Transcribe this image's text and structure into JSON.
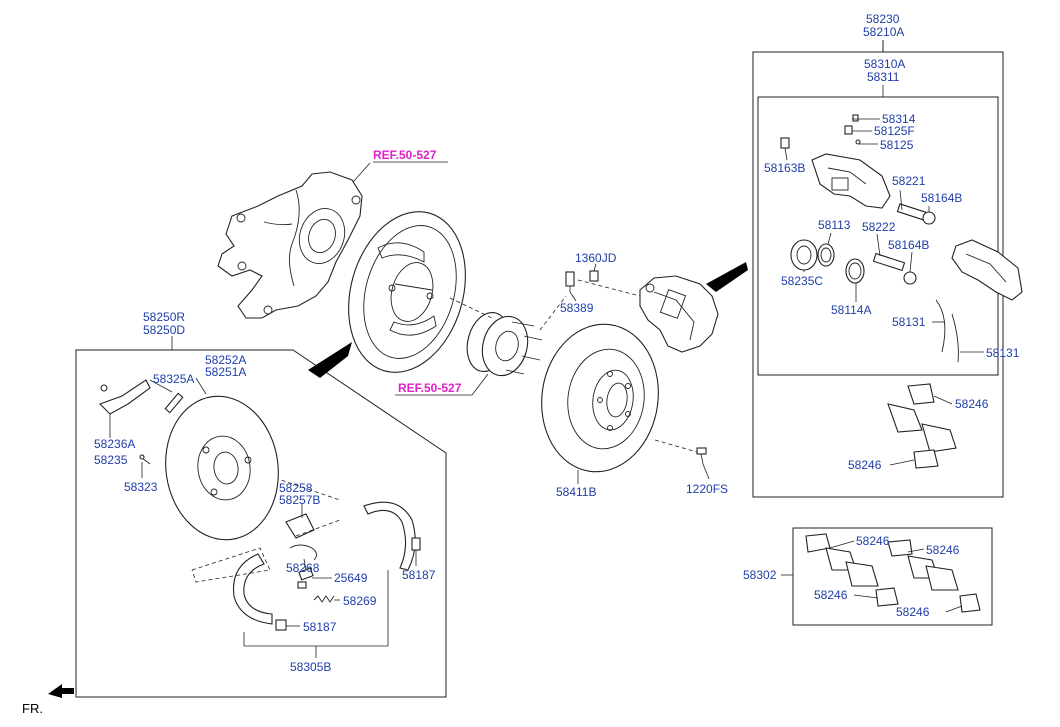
{
  "diagram": {
    "fr_label": "FR.",
    "references": {
      "top": "REF.50-527",
      "bottom": "REF.50-527"
    },
    "labels": {
      "c58230": "58230",
      "c58210A": "58210A",
      "c58310A": "58310A",
      "c58311": "58311",
      "c58314": "58314",
      "c58125F": "58125F",
      "c58125": "58125",
      "c58163B": "58163B",
      "c58221": "58221",
      "c58164B_a": "58164B",
      "c58113": "58113",
      "c58222": "58222",
      "c58164B_b": "58164B",
      "c58235C": "58235C",
      "c58114A": "58114A",
      "c58131_a": "58131",
      "c58131_b": "58131",
      "c58246_a": "58246",
      "c58246_b": "58246",
      "c1360JD": "1360JD",
      "c58389": "58389",
      "c58411B": "58411B",
      "c1220FS": "1220FS",
      "c58250R": "58250R",
      "c58250D": "58250D",
      "c58252A": "58252A",
      "c58251A": "58251A",
      "c58325A": "58325A",
      "c58236A": "58236A",
      "c58235": "58235",
      "c58323": "58323",
      "c58258": "58258",
      "c58257B": "58257B",
      "c58268": "58268",
      "c25649": "25649",
      "c58269": "58269",
      "c58187_a": "58187",
      "c58187_b": "58187",
      "c58305B": "58305B",
      "c58302": "58302",
      "c58246_c": "58246",
      "c58246_d": "58246",
      "c58246_e": "58246",
      "c58246_f": "58246"
    }
  }
}
